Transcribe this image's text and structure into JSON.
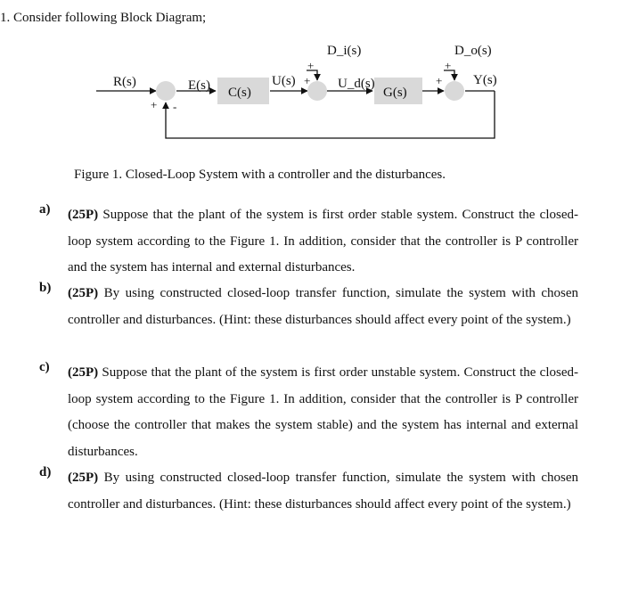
{
  "heading": "1. Consider following Block Diagram;",
  "diagram": {
    "r": "R(s)",
    "e": "E(s)",
    "c_block": "C(s)",
    "u": "U(s)",
    "di": "D_i(s)",
    "ud": "U_d(s)",
    "g_block": "G(s)",
    "do": "D_o(s)",
    "y": "Y(s)",
    "plus": "+",
    "minus": "-"
  },
  "caption": "Figure 1. Closed-Loop System with a controller and the disturbances.",
  "questions": [
    {
      "letter": "a)",
      "points": "(25P)",
      "text": "Suppose that the plant of the system is first order stable system. Construct the closed-loop system according to the Figure 1. In addition, consider that the controller is P controller and the system has internal and external disturbances."
    },
    {
      "letter": "b)",
      "points": "(25P)",
      "text": "By using constructed closed-loop transfer function, simulate the system with chosen controller and disturbances. (Hint: these disturbances should affect every point of the system.)"
    },
    {
      "letter": "c)",
      "points": "(25P)",
      "text": "Suppose that the plant of the system is first order unstable system. Construct the closed-loop system according to the Figure 1. In addition, consider that the controller is P controller (choose the controller that makes the system stable) and the system has internal and external disturbances."
    },
    {
      "letter": "d)",
      "points": "(25P)",
      "text": "By using constructed closed-loop transfer function, simulate the system with chosen controller and disturbances. (Hint: these disturbances should affect every point of the system.)"
    }
  ]
}
